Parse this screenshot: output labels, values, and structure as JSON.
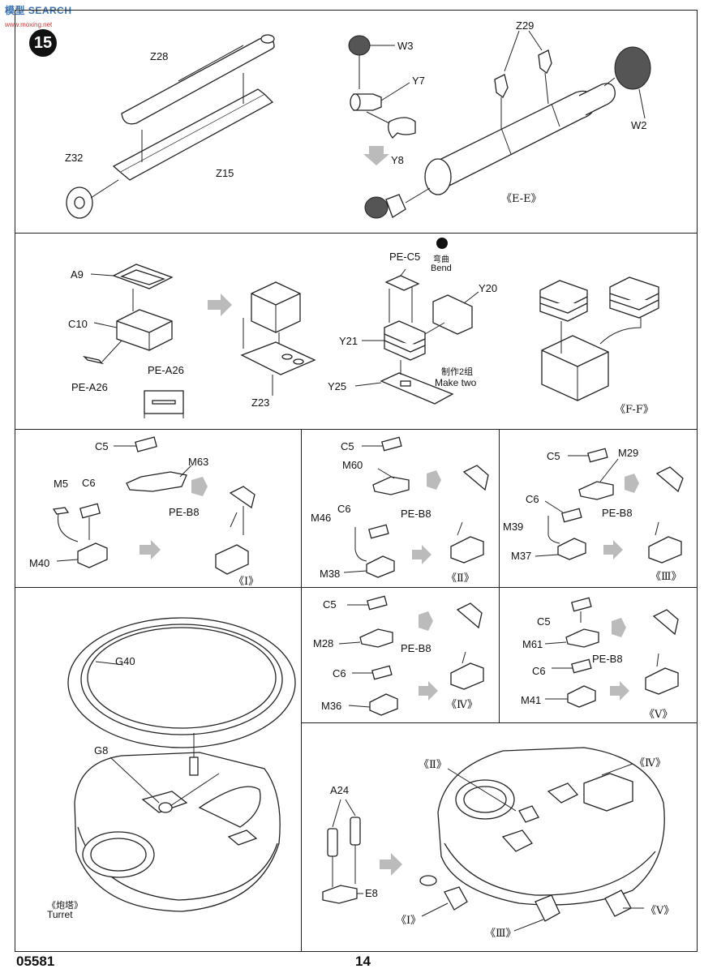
{
  "watermark": {
    "brand": "模型 SEARCH",
    "url": "www.moxing.net"
  },
  "step": "15",
  "panel1": {
    "labels": {
      "z28": "Z28",
      "z32": "Z32",
      "z15": "Z15",
      "w3": "W3",
      "y7": "Y7",
      "y8": "Y8",
      "z29": "Z29",
      "w2": "W2"
    },
    "section": "《E-E》"
  },
  "panel2": {
    "labels": {
      "a9": "A9",
      "c10": "C10",
      "pea26a": "PE-A26",
      "pea26b": "PE-A26",
      "z23": "Z23",
      "pec5": "PE-C5",
      "bend_cn": "弯曲",
      "bend_en": "Bend",
      "y20": "Y20",
      "y21": "Y21",
      "y25": "Y25",
      "make_cn": "制作2组",
      "make_en": "Make two"
    },
    "section": "《F-F》"
  },
  "sub1": {
    "labels": {
      "c5": "C5",
      "m63": "M63",
      "m5": "M5",
      "c6": "C6",
      "peb8": "PE-B8",
      "m40": "M40"
    },
    "section": "《Ⅰ》"
  },
  "sub2": {
    "labels": {
      "c5": "C5",
      "m60": "M60",
      "c6": "C6",
      "m46": "M46",
      "peb8": "PE-B8",
      "m38": "M38"
    },
    "section": "《Ⅱ》"
  },
  "sub3": {
    "labels": {
      "c5": "C5",
      "m29": "M29",
      "c6": "C6",
      "m39": "M39",
      "peb8": "PE-B8",
      "m37": "M37"
    },
    "section": "《Ⅲ》"
  },
  "sub4": {
    "labels": {
      "c5": "C5",
      "m28": "M28",
      "peb8": "PE-B8",
      "c6": "C6",
      "m36": "M36"
    },
    "section": "《Ⅳ》"
  },
  "sub5": {
    "labels": {
      "c5": "C5",
      "m61": "M61",
      "peb8": "PE-B8",
      "c6": "C6",
      "m41": "M41"
    },
    "section": "《Ⅴ》"
  },
  "turret": {
    "labels": {
      "g40": "G40",
      "g8": "G8",
      "cn": "《炮塔》",
      "en": "Turret"
    }
  },
  "final": {
    "labels": {
      "ii": "《Ⅱ》",
      "iv": "《Ⅳ》",
      "a24": "A24",
      "e8": "E8",
      "i": "《Ⅰ》",
      "v": "《Ⅴ》",
      "iii": "《Ⅲ》"
    }
  },
  "footer": {
    "code": "05581",
    "page": "14"
  }
}
